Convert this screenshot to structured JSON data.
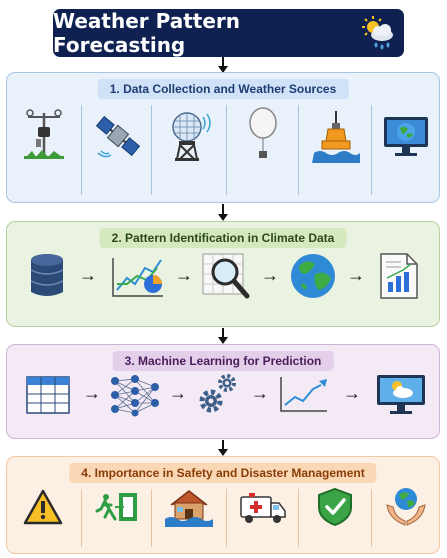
{
  "title": "Weather Pattern Forecasting",
  "sections": [
    {
      "label": "1. Data Collection and Weather Sources"
    },
    {
      "label": "2. Pattern Identification in Climate Data"
    },
    {
      "label": "3. Machine Learning for Prediction"
    },
    {
      "label": "4. Importance in Safety and Disaster Management"
    }
  ],
  "flow_arrow": "→",
  "icons": {
    "section1": [
      "weather-station-icon",
      "satellite-icon",
      "radar-dome-icon",
      "weather-balloon-icon",
      "ocean-buoy-icon",
      "computer-monitor-globe-icon"
    ],
    "section2": [
      "database-icon",
      "chart-analytics-icon",
      "magnifying-glass-icon",
      "globe-icon",
      "report-document-icon"
    ],
    "section3": [
      "data-table-icon",
      "neural-network-icon",
      "gears-icon",
      "trend-chart-icon",
      "weather-monitor-icon"
    ],
    "section4": [
      "warning-icon",
      "emergency-exit-icon",
      "flooded-house-icon",
      "ambulance-icon",
      "shield-check-icon",
      "hands-globe-icon"
    ]
  }
}
